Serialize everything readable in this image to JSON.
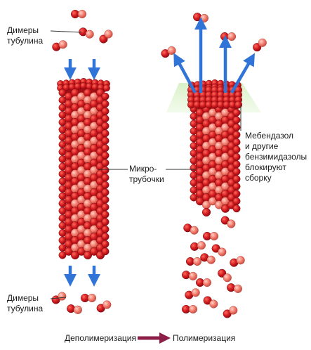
{
  "labels": {
    "dimers_top": [
      "Димеры",
      "тубулина"
    ],
    "dimers_bottom": [
      "Димеры",
      "тубулина"
    ],
    "microtubules": [
      "Микро-",
      "трубочки"
    ],
    "mebendazole": [
      "Мебендазол",
      "и другие",
      "бензимидазолы",
      "блокируют",
      "сборку"
    ]
  },
  "legend": {
    "left": "Деполимеризация",
    "right": "Полимеризация"
  },
  "colors": {
    "dark_red": "#c0141a",
    "mid_red": "#e23a36",
    "light_red": "#f07b6e",
    "blue_arrow": "#2f74d6",
    "legend_arrow": "#8b1f48",
    "inhibitor_glow": "#c9eab7"
  }
}
